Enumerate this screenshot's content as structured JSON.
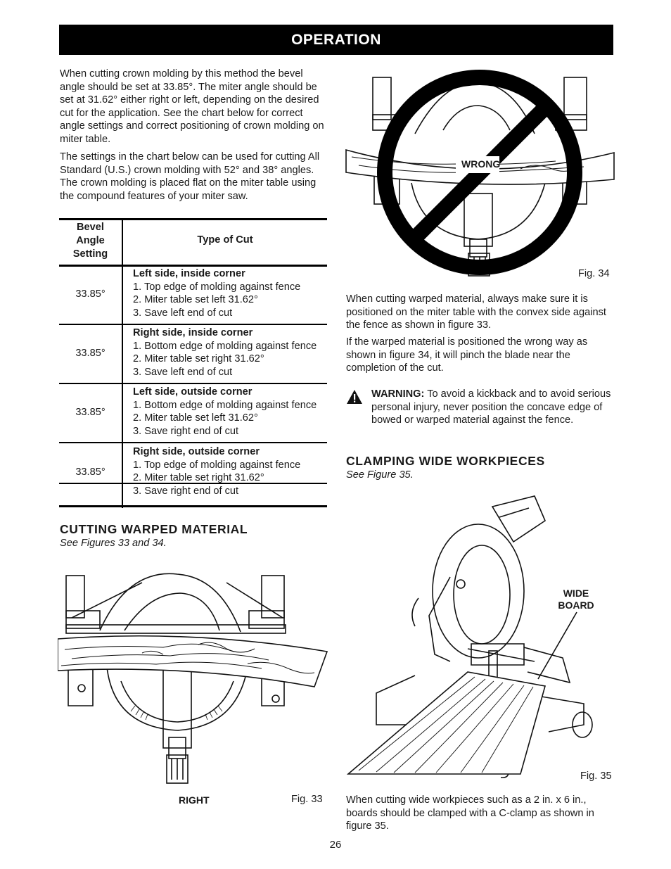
{
  "header": {
    "title": "OPERATION"
  },
  "intro": {
    "p1": "When cutting crown molding by this method the bevel angle should be set at 33.85°. The miter angle should be set at 31.62° either right or left, depending on the desired cut for the application. See the chart below for correct angle settings and correct positioning of crown molding on miter table.",
    "p2": "The settings in the chart below can be used for cutting All Standard (U.S.) crown molding with 52° and 38° angles. The crown molding is placed flat on the miter table using the compound features of your miter saw."
  },
  "table": {
    "header_left": [
      "Bevel",
      "Angle",
      "Setting"
    ],
    "header_right": "Type of Cut",
    "rows": [
      {
        "angle": "33.85°",
        "title": "Left side, inside corner",
        "steps": [
          "1. Top edge of molding against fence",
          "2. Miter table set left 31.62°",
          "3. Save left end of cut"
        ]
      },
      {
        "angle": "33.85°",
        "title": "Right side, inside corner",
        "steps": [
          "1. Bottom edge of molding against fence",
          "2. Miter table set right 31.62°",
          "3. Save left end of cut"
        ]
      },
      {
        "angle": "33.85°",
        "title": "Left side, outside corner",
        "steps": [
          "1. Bottom edge of molding against fence",
          "2. Miter table set left 31.62°",
          "3. Save right end of cut"
        ]
      },
      {
        "angle": "33.85°",
        "title": "Right side, outside corner",
        "steps": [
          "1. Top edge of molding against fence",
          "2. Miter table set right 31.62°",
          "3. Save right end of cut"
        ]
      }
    ]
  },
  "warped": {
    "heading": "CUTTING WARPED MATERIAL",
    "see": "See Figures 33 and 34.",
    "fig33_label": "RIGHT",
    "fig33_caption": "Fig. 33",
    "fig34_label": "WRONG",
    "fig34_caption": "Fig. 34",
    "p1": "When cutting warped material, always make sure it is positioned on the miter table with the convex side against the fence as shown in figure 33.",
    "p2": "If the warped material is positioned the wrong way as shown in figure 34, it will pinch the blade near the completion of the cut.",
    "warning_label": "WARNING:",
    "warning_text": "To avoid a kickback and to avoid serious personal injury, never position the concave edge of bowed or warped material against the fence."
  },
  "clamping": {
    "heading": "CLAMPING WIDE WORKPIECES",
    "see": "See Figure 35.",
    "fig35_label_1": "WIDE",
    "fig35_label_2": "BOARD",
    "fig35_caption": "Fig. 35",
    "p1": "When cutting wide workpieces such as a 2 in. x 6 in., boards should be clamped with a C-clamp as shown in figure 35."
  },
  "footer": {
    "page_number": "26"
  }
}
